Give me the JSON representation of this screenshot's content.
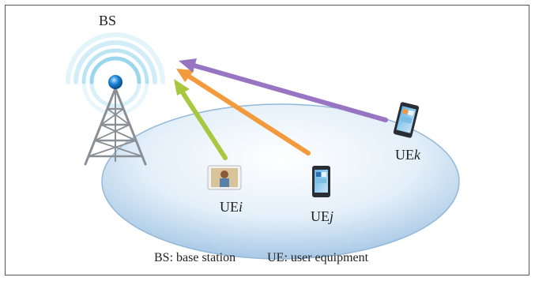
{
  "labels": {
    "bs": "BS",
    "ue_i_prefix": "UE",
    "ue_i_suffix": "i",
    "ue_j_prefix": "UE",
    "ue_j_suffix": "j",
    "ue_k_prefix": "UE",
    "ue_k_suffix": "k"
  },
  "caption": {
    "bs_legend": "BS: base station",
    "ue_legend": "UE: user equipment"
  },
  "colors": {
    "arrow_i": "#a8c840",
    "arrow_j": "#f39a3c",
    "arrow_k": "#9775c2",
    "signal_waves": "#7fcce6",
    "antenna_ball": "#1e88d8",
    "tower": "#8a8f96",
    "coverage_area": "#cfe4f4"
  },
  "icons": {
    "tower": "cell-tower-icon",
    "ue_i": "tablet-landscape-icon",
    "ue_j": "smartphone-icon",
    "ue_k": "smartphone-icon"
  }
}
